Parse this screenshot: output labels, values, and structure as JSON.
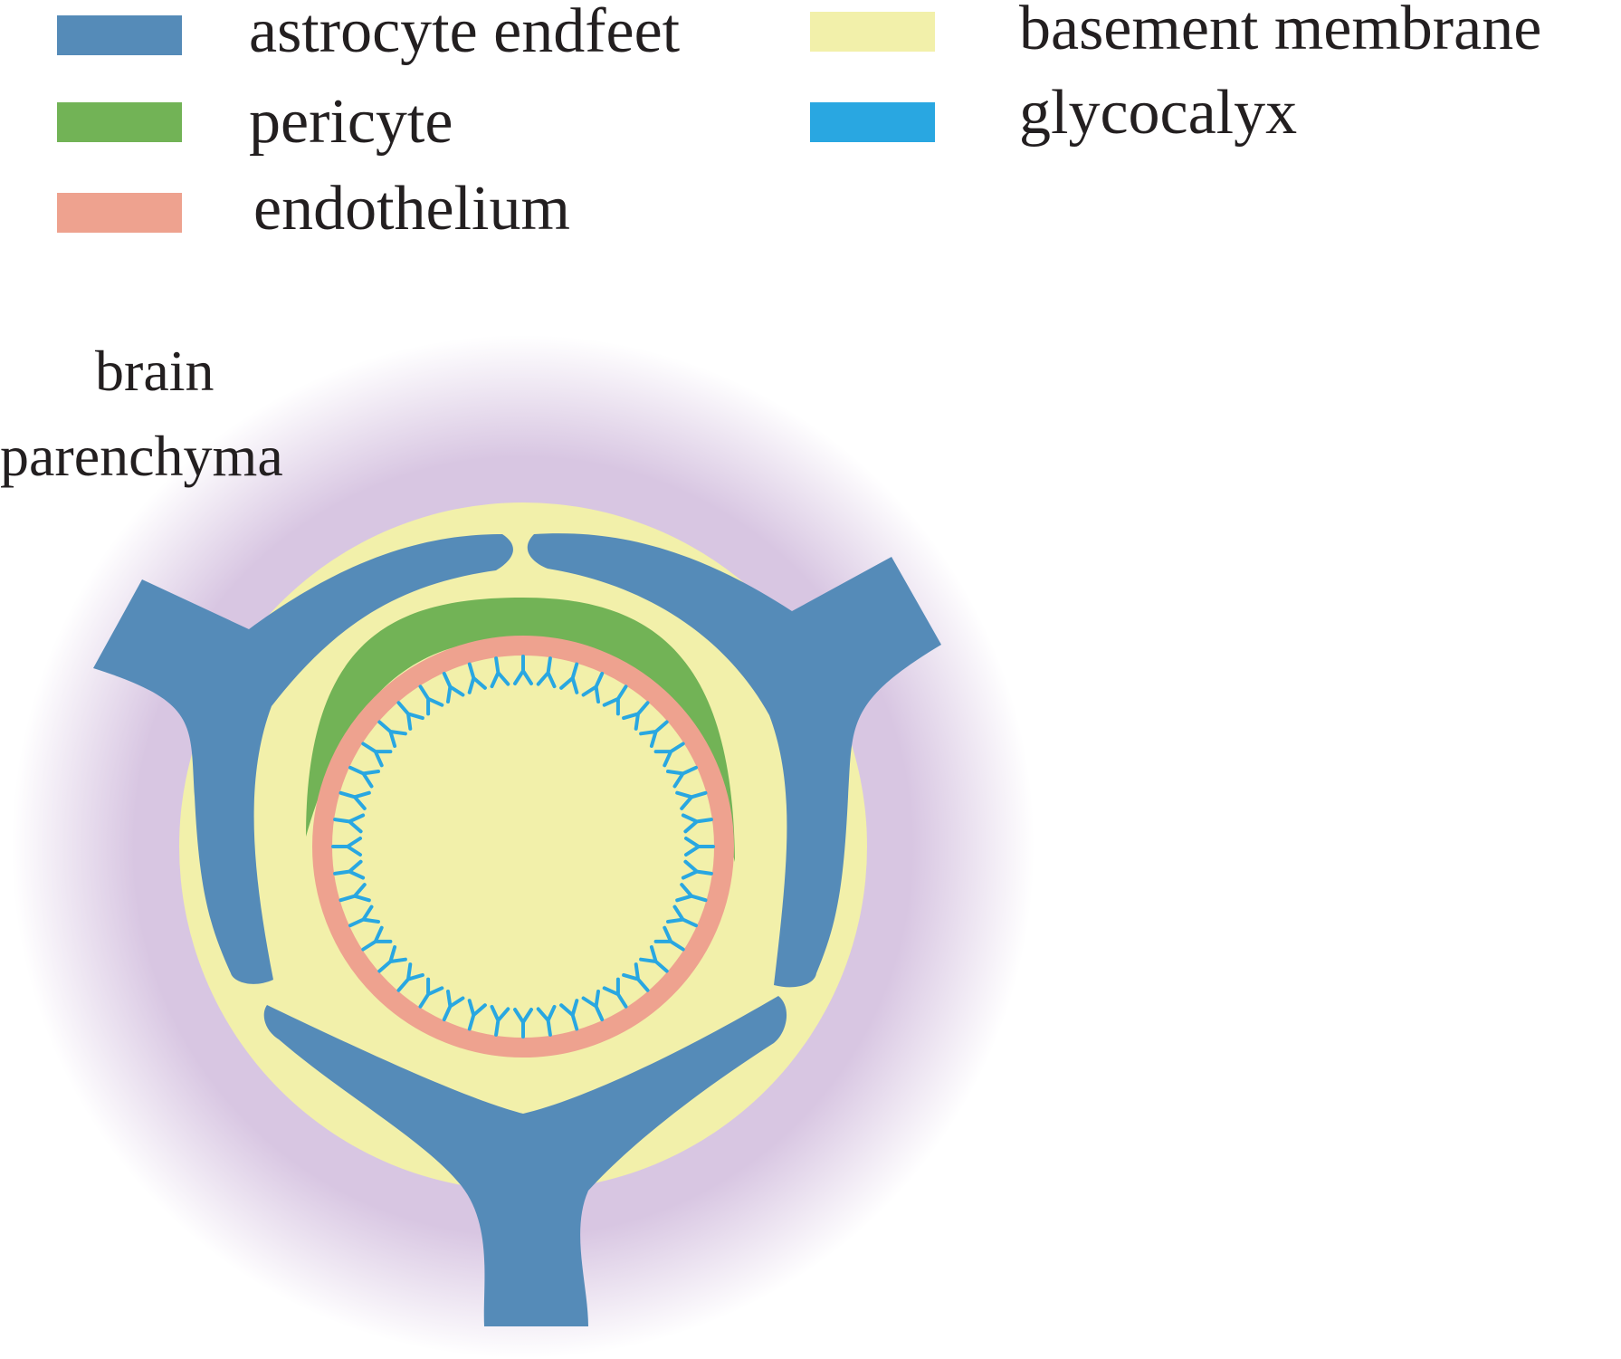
{
  "legend": {
    "items": [
      {
        "label": "astrocyte endfeet",
        "color": "#558bb8"
      },
      {
        "label": "pericyte",
        "color": "#72b356"
      },
      {
        "label": "endothelium",
        "color": "#eea28f"
      },
      {
        "label": "basement membrane",
        "color": "#f2f0aa"
      },
      {
        "label": "glycocalyx",
        "color": "#29a7e1"
      }
    ]
  },
  "diagram": {
    "region_label_line1": "brain",
    "region_label_line2": "parenchyma",
    "colors": {
      "parenchyma_halo": "#d8c6e2",
      "basement_membrane": "#f2f0aa",
      "astrocyte_endfeet": "#558bb8",
      "pericyte": "#72b356",
      "endothelium": "#eea28f",
      "glycocalyx": "#29a7e1",
      "lumen": "#f2f0aa"
    }
  }
}
